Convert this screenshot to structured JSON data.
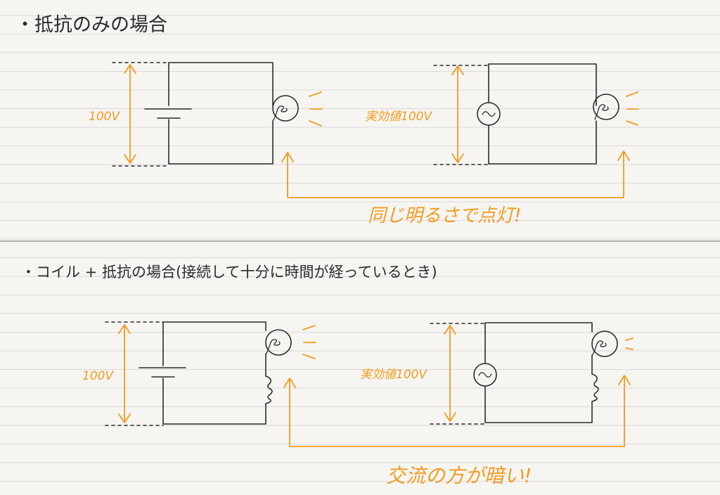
{
  "section1": {
    "heading": "・抵抗のみの場合",
    "dc_voltage_label": "100V",
    "ac_voltage_label": "実効値100V",
    "conclusion": "同じ明るさで点灯!"
  },
  "section2": {
    "heading": "・コイル + 抵抗の場合(接続して十分に時間が経っているとき)",
    "dc_voltage_label": "100V",
    "ac_voltage_label": "実効値100V",
    "conclusion": "交流の方が暗い!"
  },
  "colors": {
    "ink": "#2b2b2b",
    "accent": "#f29b1e",
    "paper": "#f6f5f2",
    "rule_line": "#d9d9d9"
  },
  "icons": [
    "battery-icon",
    "ac-source-icon",
    "bulb-icon",
    "coil-icon",
    "light-rays-icon",
    "arrow-icon"
  ]
}
